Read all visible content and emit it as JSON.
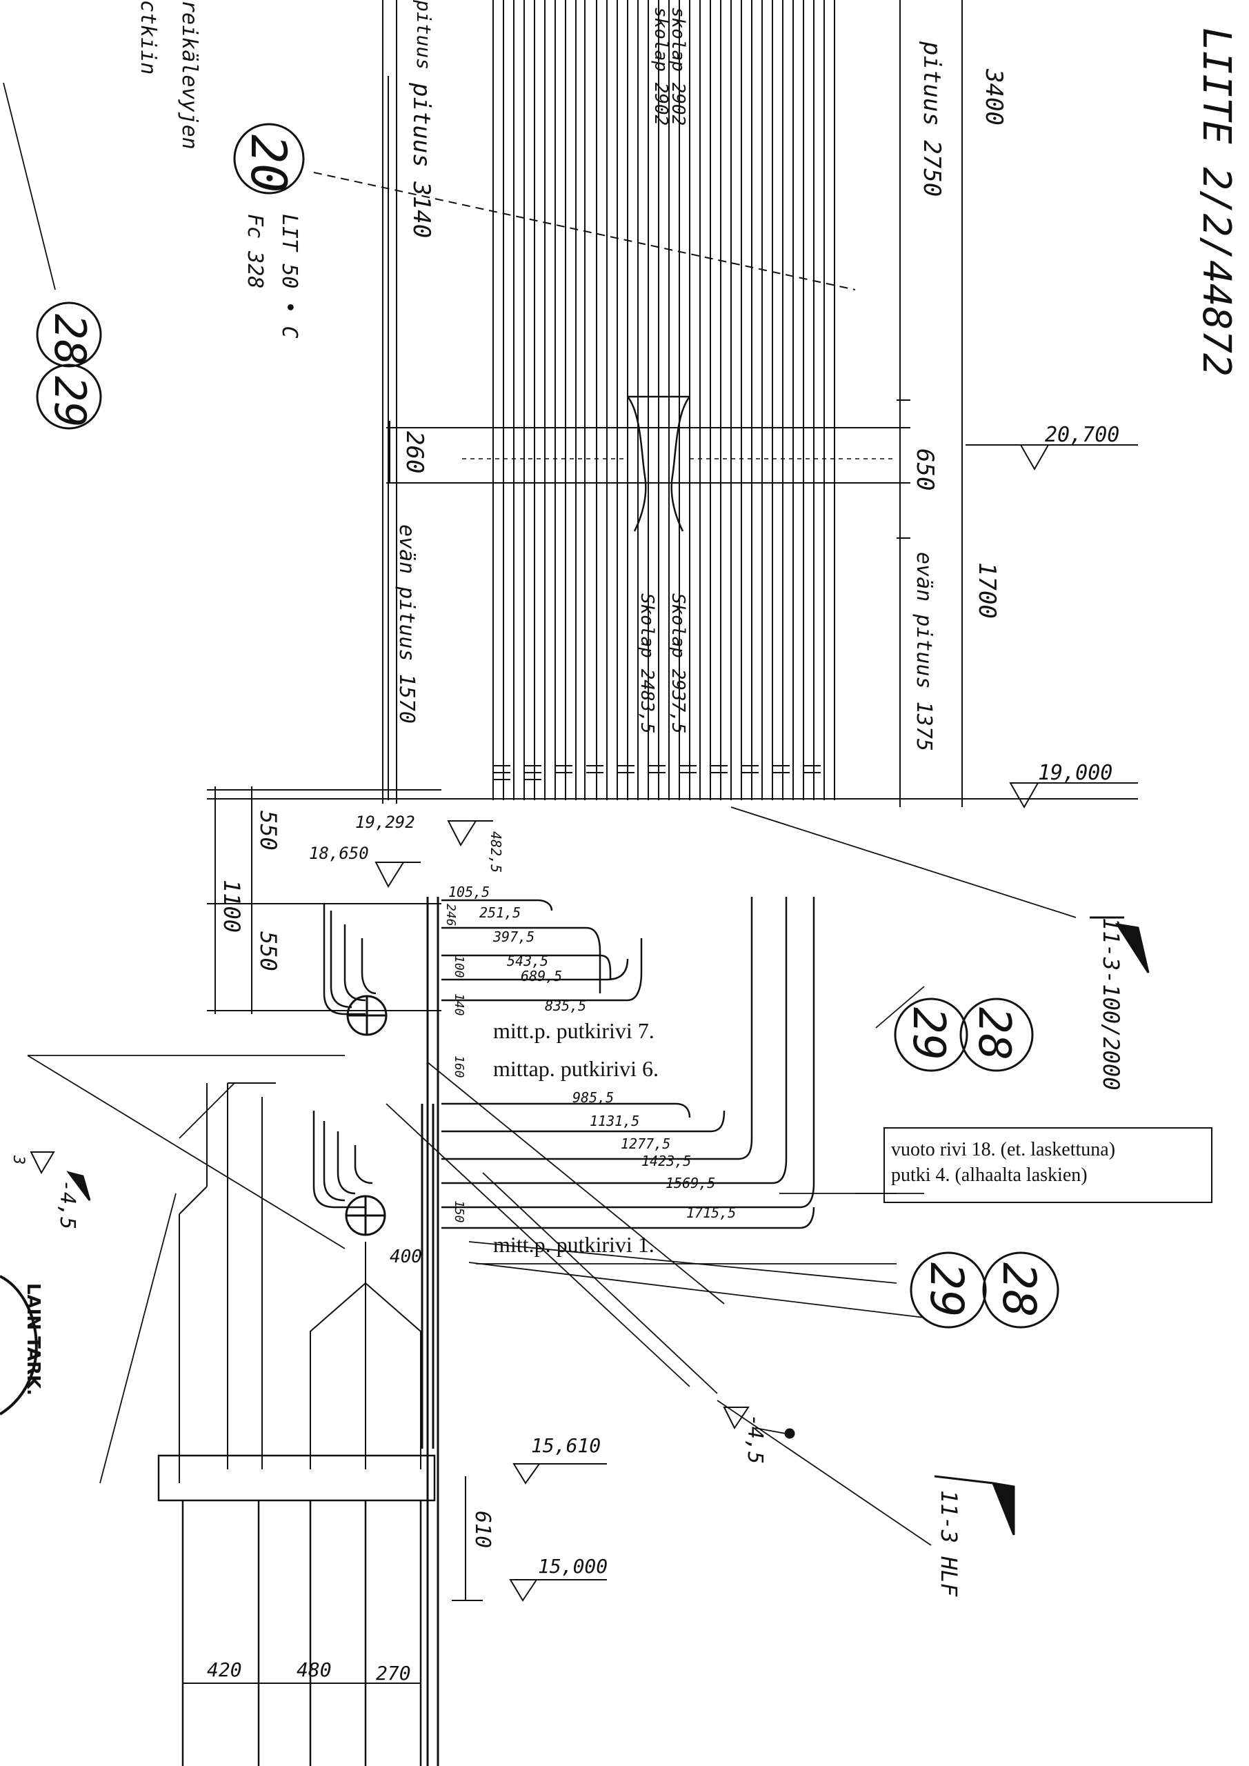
{
  "title_block": {
    "ref": "LIITE 2/2/44872"
  },
  "fragments": {
    "top_left_1": "reikälevyjen",
    "top_left_2": "ctkiin",
    "pituus_cut": "pituus"
  },
  "circle_labels": {
    "c20": "20",
    "c28": "28",
    "c29": "29"
  },
  "item20": {
    "line1": "LIT 50 • C",
    "line2": "Fc 328"
  },
  "top_dims": {
    "d3140": "3140",
    "d2750": "2750",
    "d3400": "3400",
    "skolap1": "skolap 2902",
    "skolap2": "skolap 2902",
    "pituus2750": "pituus 2750",
    "pituus3140": "pituus 3140"
  },
  "mid_dims": {
    "d260": "260",
    "d650": "650",
    "d1700": "1700",
    "evan1570": "evän pituus 1570",
    "evan1375": "evän pituus 1375",
    "skolap2937": "Skolap 2937,5",
    "skolap2483": "Skolap 2483,5"
  },
  "levels": {
    "l20700": "20,700",
    "l19000": "19,000",
    "l19292": "19,292",
    "l18650": "18,650",
    "l15610": "15,610",
    "l15000": "15,000"
  },
  "left_dims": {
    "d550a": "550",
    "d550b": "550",
    "d1100": "1100",
    "d610": "610"
  },
  "bottom_dims": {
    "d420": "420",
    "d480": "480",
    "d270": "270",
    "d400": "400"
  },
  "small_dims": {
    "s1": "482,5",
    "s2": "105,5",
    "s3": "251,5",
    "s4": "397,5",
    "s5": "543,5",
    "s6": "689,5",
    "s7": "835,5",
    "s8": "985,5",
    "s9": "1131,5",
    "s10": "1277,5",
    "s11": "1423,5",
    "s12": "1569,5",
    "s13": "1715,5",
    "v246": "246",
    "v100": "100",
    "v140": "140",
    "v150": "150",
    "v160": "160"
  },
  "labels": {
    "putkirivi7": "mitt.p. putkirivi 7.",
    "putkirivi6": "mittap. putkirivi 6.",
    "putkirivi1": "mitt.p. putkirivi 1.",
    "note_line1": "vuoto rivi 18. (et. laskettuna)",
    "note_line2": "putki 4. (alhaalta laskien)"
  },
  "section_marks": {
    "s1": "11-3-100/2000",
    "s2": "11-3 HLF",
    "s3": "-4,5",
    "s4": "-4,5",
    "s5": "3"
  },
  "stamp": {
    "text": "LAIN TARK."
  }
}
